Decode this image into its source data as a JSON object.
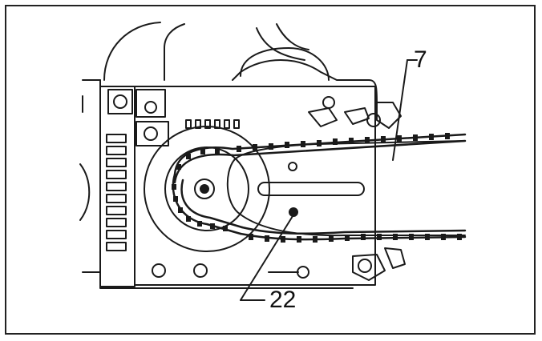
{
  "figure": {
    "callouts": [
      {
        "id": "7",
        "text": "7"
      },
      {
        "id": "22",
        "text": "22"
      }
    ],
    "colors": {
      "line": "#1a1a1a",
      "background": "#ffffff",
      "frame": "#222222"
    },
    "parts": [
      "chain-sprocket-housing",
      "guide-bar",
      "saw-chain",
      "drive-sprocket",
      "chain-tensioner-pin"
    ]
  }
}
